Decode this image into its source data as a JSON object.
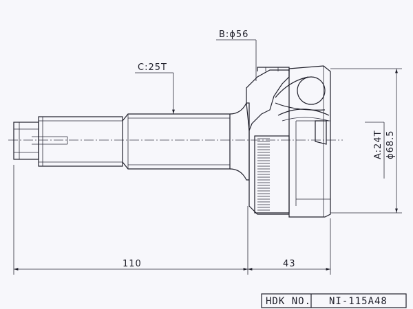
{
  "labels": {
    "b": "B:ϕ56",
    "c": "C:25T",
    "a": "A:24T",
    "phi": "ϕ68.5",
    "dim_110": "110",
    "dim_43": "43"
  },
  "title_block": {
    "label": "HDK NO.",
    "part_no": "NI-115A48"
  },
  "colors": {
    "line": "#1f1f2a",
    "background": "#f7f7fb"
  }
}
